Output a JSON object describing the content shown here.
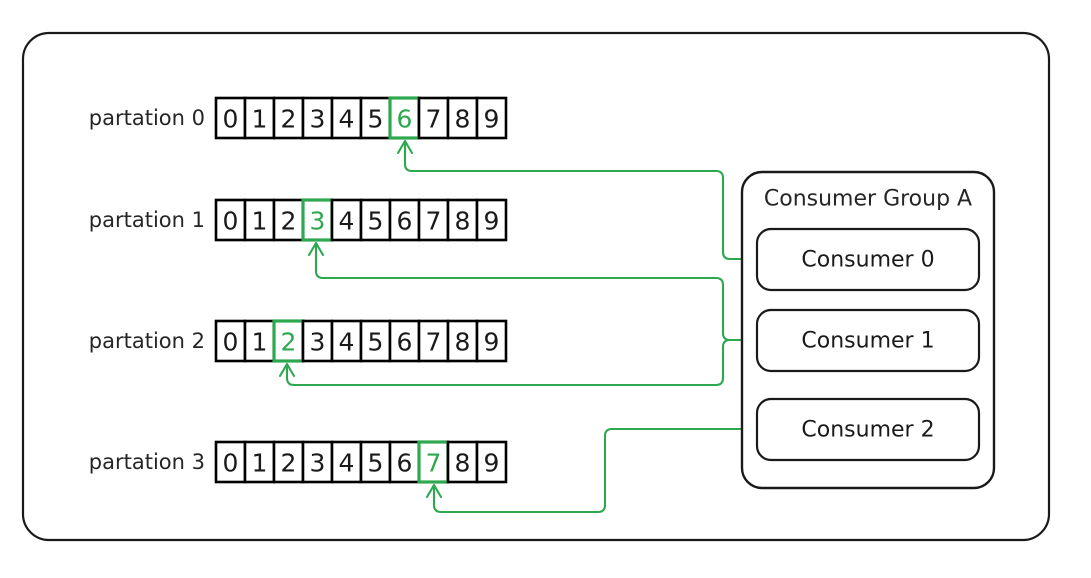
{
  "diagram": {
    "title_visible": false,
    "accent_color": "#2EA84F",
    "line_color": "#1a1a1a",
    "partitions": [
      {
        "label": "partation 0",
        "cells": [
          "0",
          "1",
          "2",
          "3",
          "4",
          "5",
          "6",
          "7",
          "8",
          "9"
        ],
        "highlight_index": 6,
        "highlight_value": "6",
        "hatched": true,
        "consumed_by": "Consumer 0"
      },
      {
        "label": "partation 1",
        "cells": [
          "0",
          "1",
          "2",
          "3",
          "4",
          "5",
          "6",
          "7",
          "8",
          "9"
        ],
        "highlight_index": 3,
        "highlight_value": "3",
        "hatched": false,
        "consumed_by": "Consumer 1"
      },
      {
        "label": "partation 2",
        "cells": [
          "0",
          "1",
          "2",
          "3",
          "4",
          "5",
          "6",
          "7",
          "8",
          "9"
        ],
        "highlight_index": 2,
        "highlight_value": "2",
        "hatched": false,
        "consumed_by": "Consumer 1"
      },
      {
        "label": "partation 3",
        "cells": [
          "0",
          "1",
          "2",
          "3",
          "4",
          "5",
          "6",
          "7",
          "8",
          "9"
        ],
        "highlight_index": 7,
        "highlight_value": "7",
        "hatched": false,
        "consumed_by": "Consumer 2"
      }
    ],
    "consumer_group": {
      "title": "Consumer Group A",
      "consumers": [
        {
          "label": "Consumer 0"
        },
        {
          "label": "Consumer 1"
        },
        {
          "label": "Consumer 2"
        }
      ]
    }
  }
}
